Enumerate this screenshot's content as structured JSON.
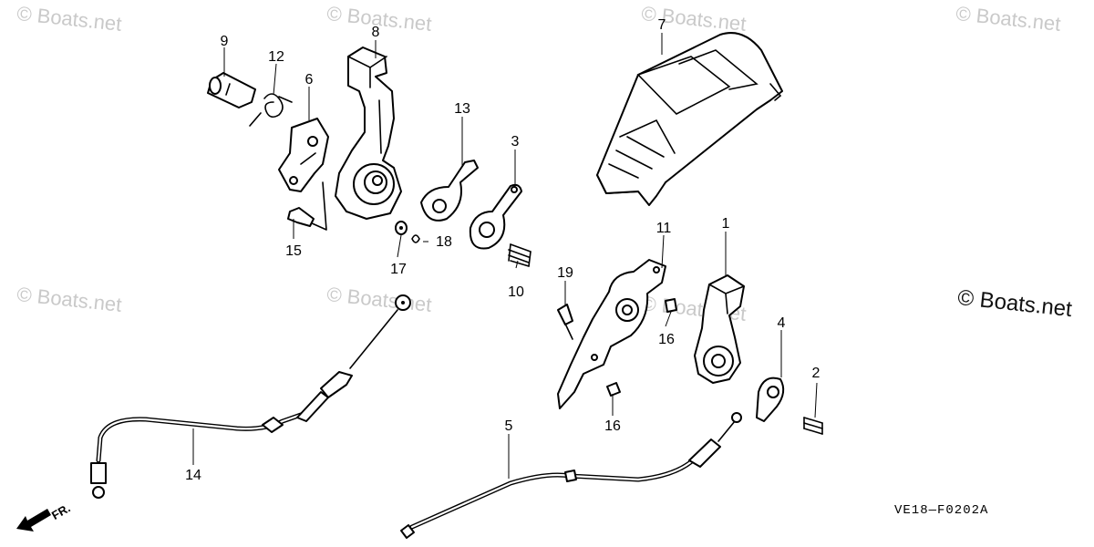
{
  "watermark": "© Boats.net",
  "watermark_corner": "© Boats.net",
  "diagram_code": "VE18—F0202A",
  "front_marker": "FR.",
  "callouts": [
    {
      "id": "c1",
      "label": "1"
    },
    {
      "id": "c2",
      "label": "2"
    },
    {
      "id": "c3",
      "label": "3"
    },
    {
      "id": "c4",
      "label": "4"
    },
    {
      "id": "c5",
      "label": "5"
    },
    {
      "id": "c6",
      "label": "6"
    },
    {
      "id": "c7",
      "label": "7"
    },
    {
      "id": "c8",
      "label": "8"
    },
    {
      "id": "c9",
      "label": "9"
    },
    {
      "id": "c10",
      "label": "10"
    },
    {
      "id": "c11",
      "label": "11"
    },
    {
      "id": "c12",
      "label": "12"
    },
    {
      "id": "c13",
      "label": "13"
    },
    {
      "id": "c14",
      "label": "14"
    },
    {
      "id": "c15",
      "label": "15"
    },
    {
      "id": "c16a",
      "label": "16"
    },
    {
      "id": "c16b",
      "label": "16"
    },
    {
      "id": "c17",
      "label": "17"
    },
    {
      "id": "c18",
      "label": "18"
    },
    {
      "id": "c19",
      "label": "19"
    }
  ]
}
